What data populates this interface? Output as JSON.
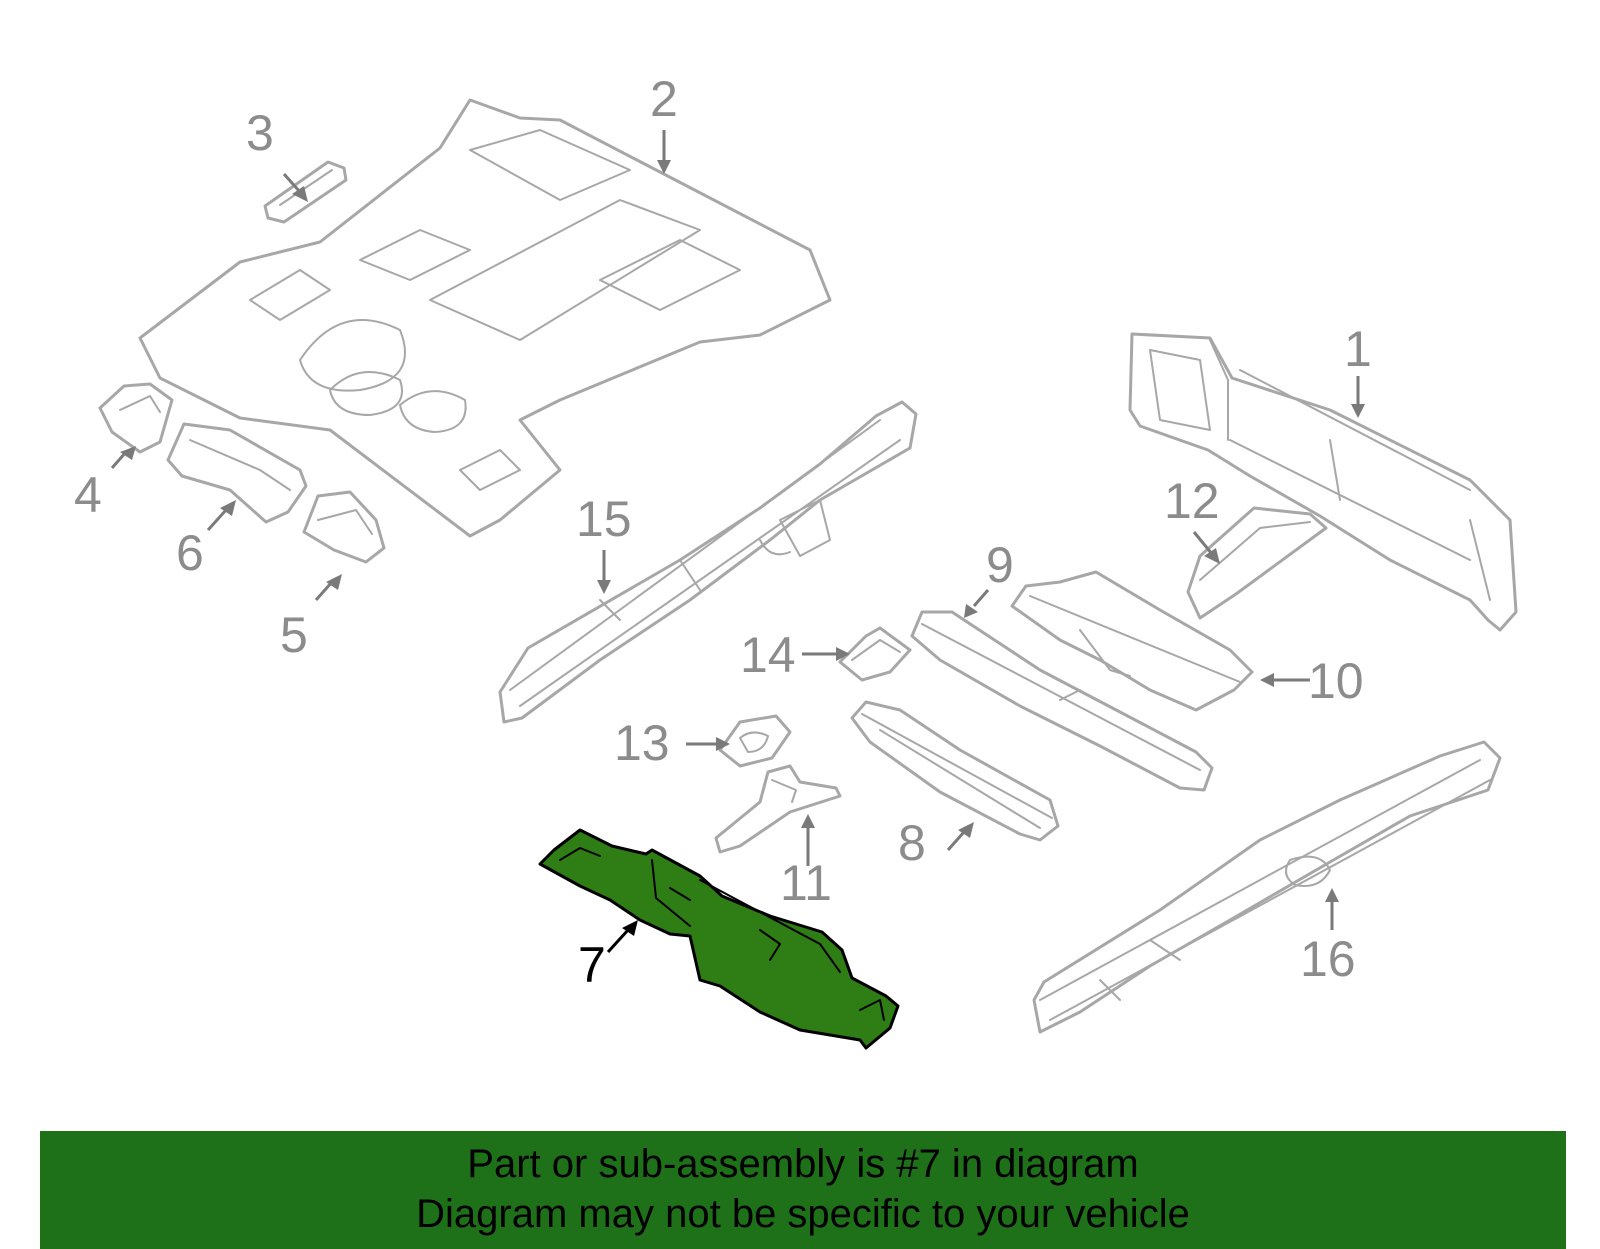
{
  "diagram": {
    "highlighted_part": "7",
    "callouts": [
      "1",
      "2",
      "3",
      "4",
      "5",
      "6",
      "7",
      "8",
      "9",
      "10",
      "11",
      "12",
      "13",
      "14",
      "15",
      "16"
    ],
    "colors": {
      "highlight_fill": "#2e7d15",
      "part_outline": "#a7a7a7",
      "callout_text": "#8c8c8c",
      "banner_background": "#1e7019"
    }
  },
  "banner": {
    "line1": "Part or sub-assembly is #7 in diagram",
    "line2": "Diagram may not be specific to your vehicle"
  }
}
